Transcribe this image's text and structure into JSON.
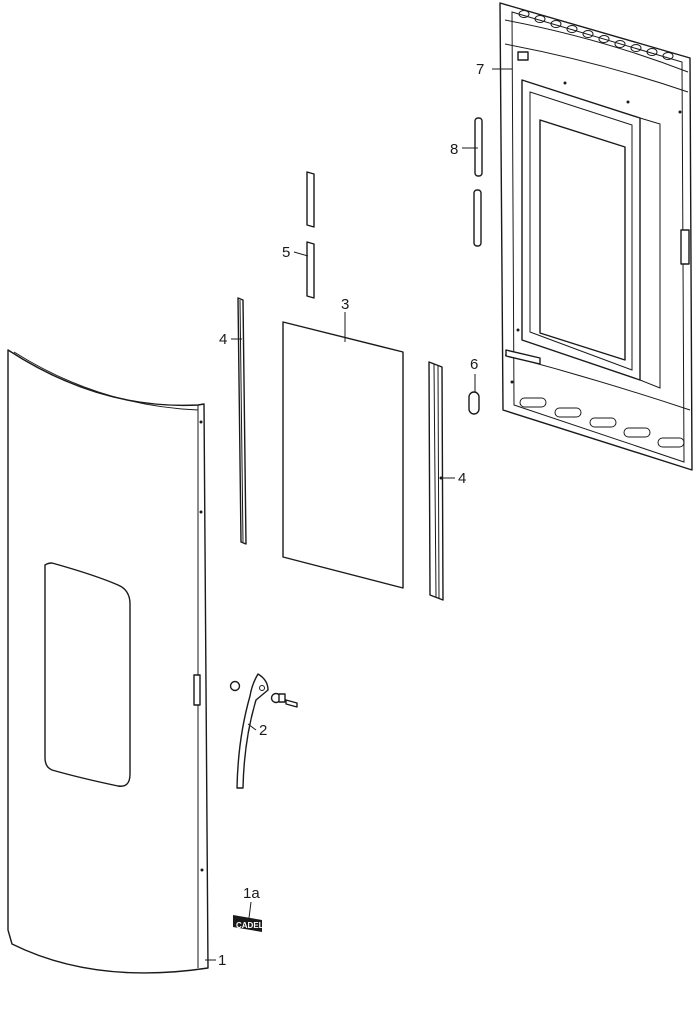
{
  "callouts": {
    "c1": "1",
    "c1a": "1a",
    "c2": "2",
    "c3": "3",
    "c4a": "4",
    "c4b": "4",
    "c5": "5",
    "c6": "6",
    "c7": "7",
    "c8": "8"
  },
  "logo_text": "CADEL"
}
